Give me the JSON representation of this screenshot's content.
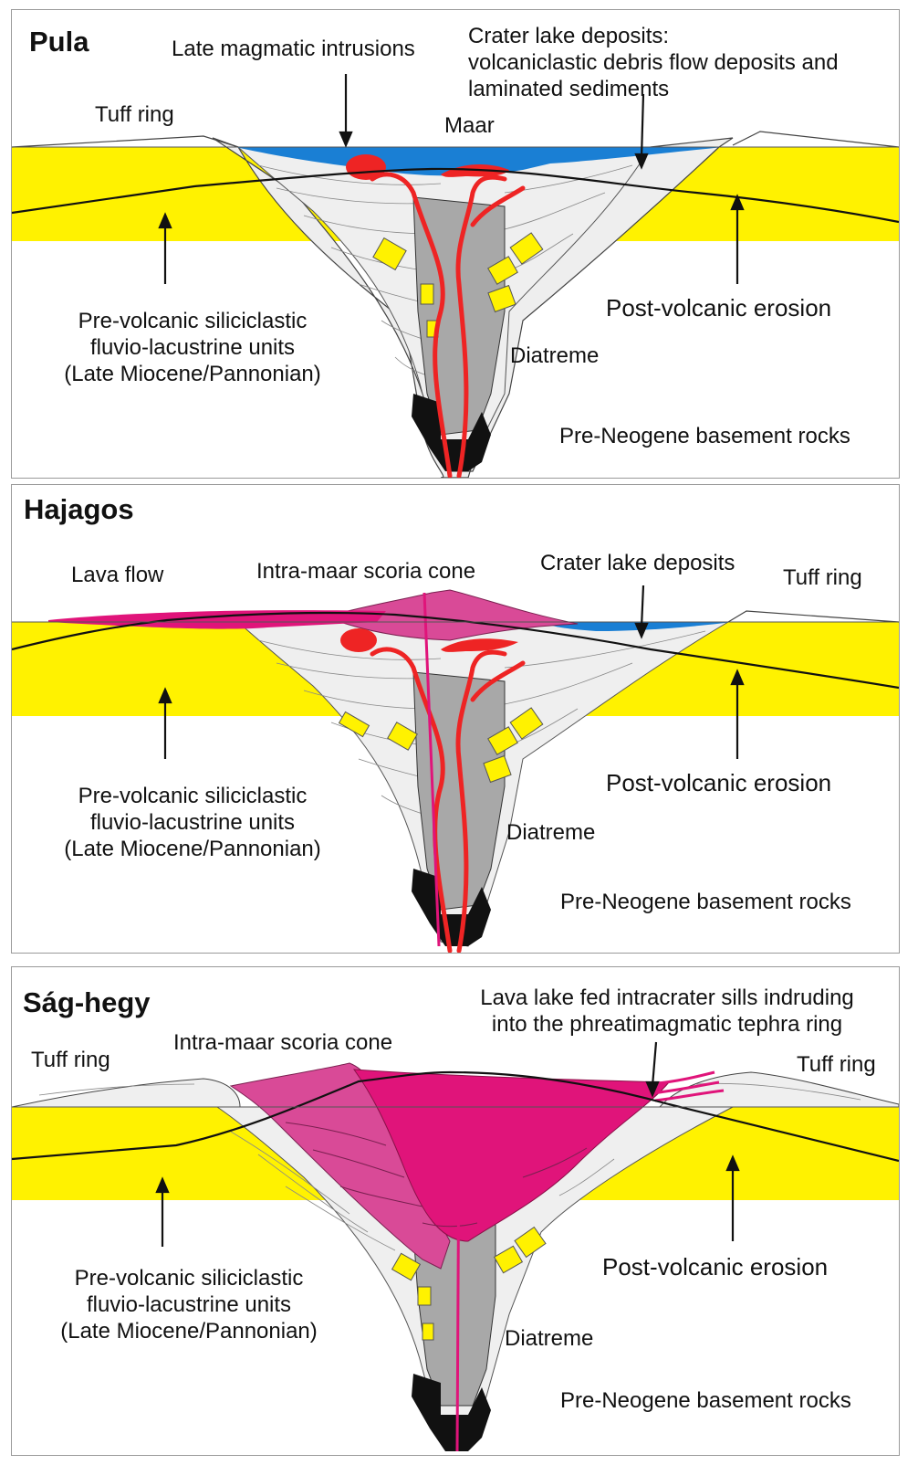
{
  "colors": {
    "sediment": "#fff200",
    "water": "#1a7fd4",
    "lava": "#e0147a",
    "scoria": "#d94a97",
    "intrusion": "#ee2424",
    "tephra": "#eaeaea",
    "diatreme": "#a8a8a8",
    "root": "#111111"
  },
  "panels": [
    {
      "title": "Pula",
      "labels": {
        "intrusions": "Late magmatic intrusions",
        "crater_lake": [
          "Crater lake deposits:",
          "volcaniclastic debris flow deposits and",
          "laminated sediments"
        ],
        "tuff_ring": "Tuff ring",
        "maar": "Maar",
        "prevolcanic": [
          "Pre-volcanic siliciclastic",
          "fluvio-lacustrine units",
          "(Late Miocene/Pannonian)"
        ],
        "erosion": "Post-volcanic erosion",
        "diatreme": "Diatreme",
        "basement": "Pre-Neogene basement rocks"
      }
    },
    {
      "title": "Hajagos",
      "labels": {
        "lava_flow": "Lava flow",
        "scoria_cone": "Intra-maar scoria cone",
        "crater_lake": "Crater lake deposits",
        "tuff_ring": "Tuff ring",
        "prevolcanic": [
          "Pre-volcanic siliciclastic",
          "fluvio-lacustrine units",
          "(Late Miocene/Pannonian)"
        ],
        "erosion": "Post-volcanic erosion",
        "diatreme": "Diatreme",
        "basement": "Pre-Neogene basement rocks"
      }
    },
    {
      "title": "Ság-hegy",
      "labels": {
        "lava_lake": [
          "Lava lake fed intracrater sills indruding",
          "into the phreatimagmatic tephra ring"
        ],
        "tuff_ring_left": "Tuff ring",
        "scoria_cone": "Intra-maar scoria cone",
        "tuff_ring_right": "Tuff ring",
        "prevolcanic": [
          "Pre-volcanic siliciclastic",
          "fluvio-lacustrine units",
          "(Late Miocene/Pannonian)"
        ],
        "erosion": "Post-volcanic erosion",
        "diatreme": "Diatreme",
        "basement": "Pre-Neogene basement rocks"
      }
    }
  ]
}
